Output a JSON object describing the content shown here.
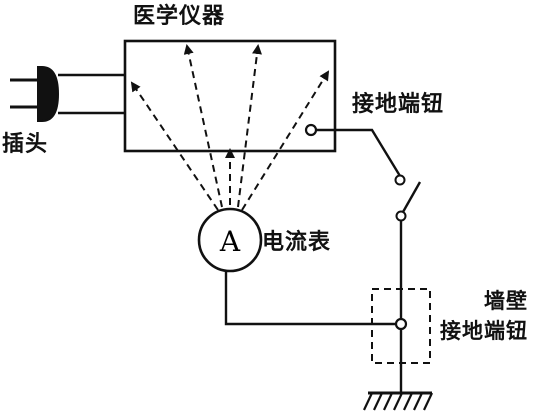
{
  "labels": {
    "instrument": "医学仪器",
    "plug": "插头",
    "grounding_terminal": "接地端钮",
    "ammeter": "电流表",
    "ammeter_symbol": "A",
    "wall_line1": "墙壁",
    "wall_line2": "接地端钮"
  },
  "colors": {
    "ink": "#111111",
    "background": "#ffffff"
  }
}
